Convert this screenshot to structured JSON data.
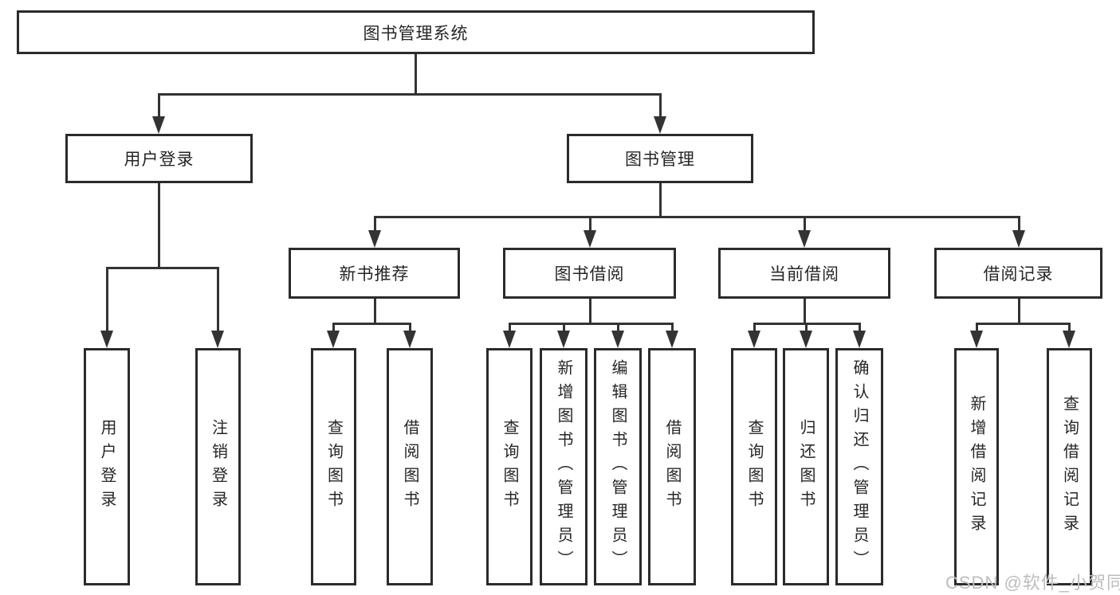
{
  "diagram": {
    "root": {
      "label": "图书管理系统",
      "children": [
        {
          "label": "用户登录",
          "children": [
            {
              "label": "用户登录"
            },
            {
              "label": "注销登录"
            }
          ]
        },
        {
          "label": "图书管理",
          "children": [
            {
              "label": "新书推荐",
              "children": [
                {
                  "label": "查询图书"
                },
                {
                  "label": "借阅图书"
                }
              ]
            },
            {
              "label": "图书借阅",
              "children": [
                {
                  "label": "查询图书"
                },
                {
                  "label": "新增图书（管理员）"
                },
                {
                  "label": "编辑图书（管理员）"
                },
                {
                  "label": "借阅图书"
                }
              ]
            },
            {
              "label": "当前借阅",
              "children": [
                {
                  "label": "查询图书"
                },
                {
                  "label": "归还图书"
                },
                {
                  "label": "确认归还（管理员）"
                }
              ]
            },
            {
              "label": "借阅记录",
              "children": [
                {
                  "label": "新增借阅记录"
                },
                {
                  "label": "查询借阅记录"
                }
              ]
            }
          ]
        }
      ]
    }
  },
  "watermark": {
    "text": "CSDN @软件_小贺同学"
  },
  "colors": {
    "line": "#333333",
    "box_border": "#2b2b2b",
    "text": "#262626",
    "background": "#ffffff",
    "watermark": "#bdbdbd"
  }
}
